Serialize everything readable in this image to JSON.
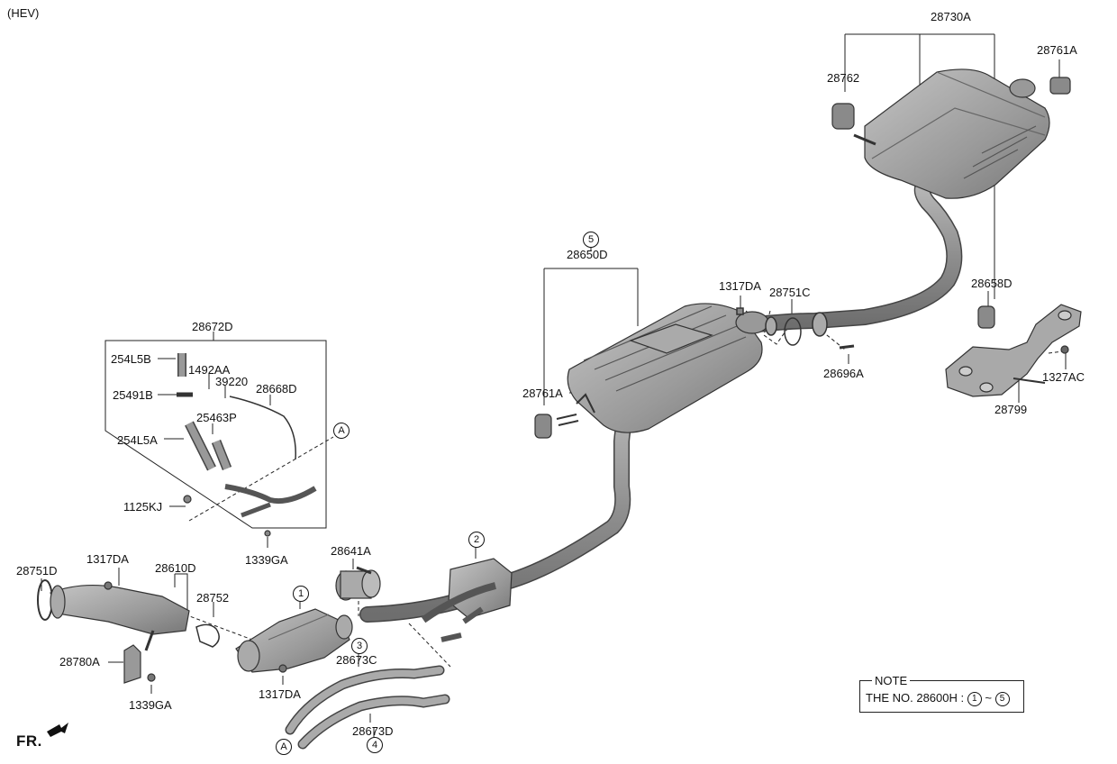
{
  "variant": "(HEV)",
  "front_marker": "FR.",
  "note": {
    "title": "NOTE",
    "prefix": "THE NO. 28600H :",
    "from": "1",
    "sep": "~",
    "to": "5"
  },
  "labels": {
    "p28730A": "28730A",
    "p28762": "28762",
    "p28761A_top": "28761A",
    "p28650D": "28650D",
    "p28761A_mid": "28761A",
    "p1317DA_mid": "1317DA",
    "p28751C": "28751C",
    "p28658D": "28658D",
    "p28696A": "28696A",
    "p1327AC": "1327AC",
    "p28799": "28799",
    "p28672D": "28672D",
    "p254L5B": "254L5B",
    "p1492AA": "1492AA",
    "p39220": "39220",
    "p25491B": "25491B",
    "p28668D": "28668D",
    "p25463P": "25463P",
    "p254L5A": "254L5A",
    "p1125KJ": "1125KJ",
    "p1339GA_box": "1339GA",
    "p28641A": "28641A",
    "p28751D": "28751D",
    "p1317DA_left": "1317DA",
    "p28610D": "28610D",
    "p28752": "28752",
    "p28780A": "28780A",
    "p1339GA_left": "1339GA",
    "p1317DA_bot": "1317DA",
    "p28673C": "28673C",
    "p28673D": "28673D"
  },
  "callouts": {
    "c5": "5",
    "c2": "2",
    "c1": "1",
    "c3": "3",
    "c4": "4",
    "cA_top": "A",
    "cA_bot": "A"
  }
}
